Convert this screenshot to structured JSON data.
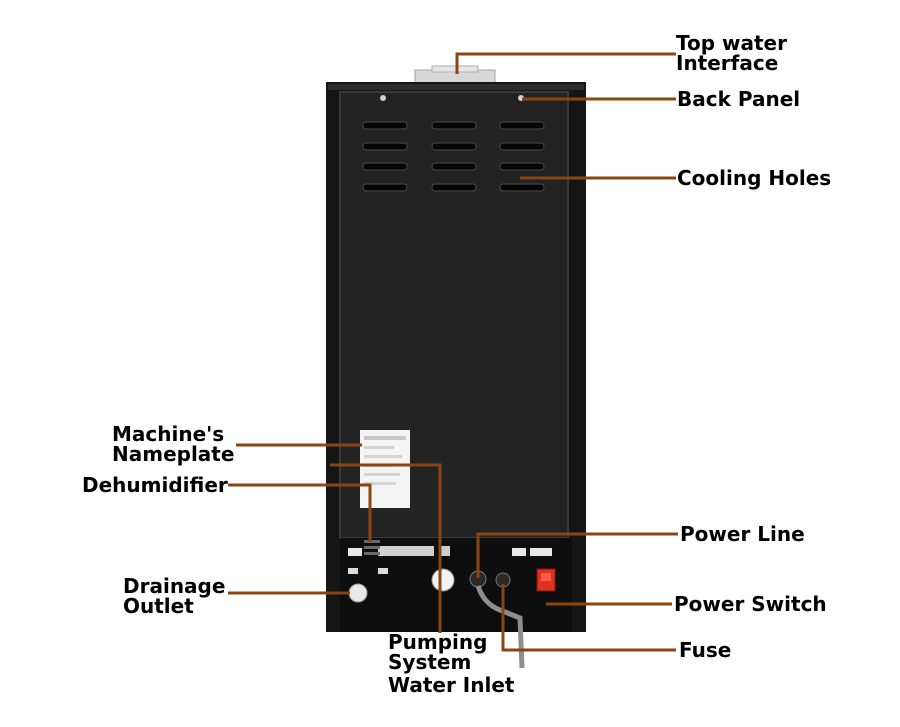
{
  "colors": {
    "leader": "#8b4513",
    "panel": "#1c1c1c",
    "panel_edge": "#0a0a0a",
    "label": "#000000",
    "switch": "#e0301e"
  },
  "labels": {
    "top_water_interface": [
      "Top water",
      "Interface"
    ],
    "back_panel": [
      "Back Panel"
    ],
    "cooling_holes": [
      "Cooling Holes"
    ],
    "machine_nameplate": [
      "Machine's",
      "Nameplate"
    ],
    "dehumidifier": [
      "Dehumidifier"
    ],
    "power_line": [
      "Power Line"
    ],
    "drainage_outlet": [
      "Drainage",
      "Outlet"
    ],
    "power_switch": [
      "Power Switch"
    ],
    "pumping_system_water_inlet": [
      "Pumping",
      "System",
      "Water Inlet"
    ],
    "fuse": [
      "Fuse"
    ]
  }
}
